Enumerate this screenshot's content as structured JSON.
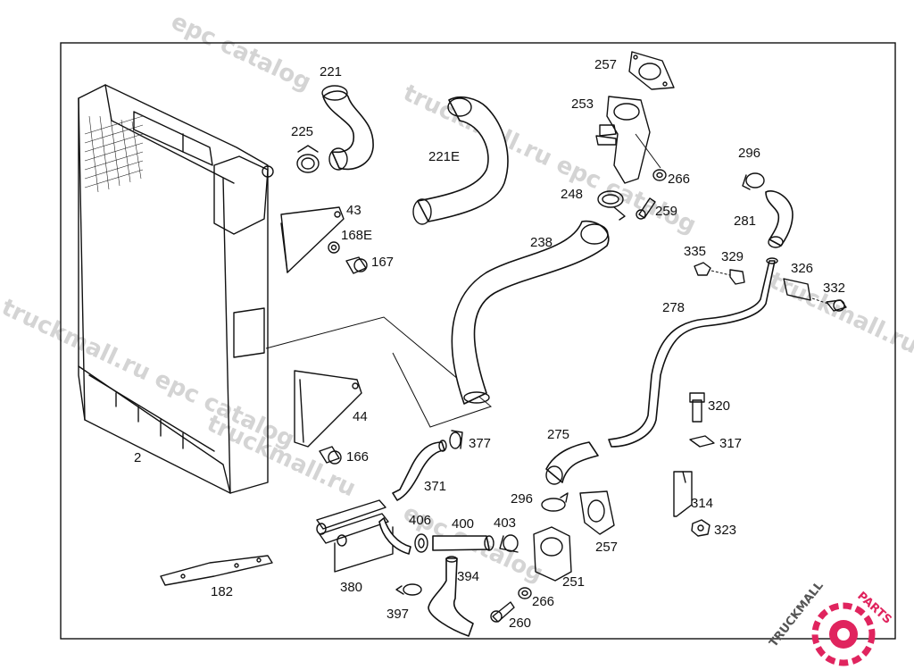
{
  "watermark": {
    "text_a": "truckmall.ru epc catalog",
    "text_b": "epc catalog",
    "text_c": "truckmall.ru"
  },
  "logo": {
    "text_dark": "TRUCKMALL",
    "text_accent": "PARTS",
    "dark_color": "#555555",
    "accent_color": "#e0245e"
  },
  "labels": {
    "p2": "2",
    "p43": "43",
    "p44": "44",
    "p166": "166",
    "p167": "167",
    "p168e": "168E",
    "p182": "182",
    "p221": "221",
    "p221e": "221E",
    "p225": "225",
    "p238": "238",
    "p248": "248",
    "p251": "251",
    "p253": "253",
    "p257a": "257",
    "p257b": "257",
    "p259": "259",
    "p260": "260",
    "p266a": "266",
    "p266b": "266",
    "p275": "275",
    "p278": "278",
    "p281": "281",
    "p296a": "296",
    "p296b": "296",
    "p314": "314",
    "p317": "317",
    "p320": "320",
    "p323": "323",
    "p326": "326",
    "p329": "329",
    "p332": "332",
    "p335": "335",
    "p371": "371",
    "p377": "377",
    "p380": "380",
    "p394": "394",
    "p397": "397",
    "p400": "400",
    "p403": "403",
    "p406": "406"
  }
}
